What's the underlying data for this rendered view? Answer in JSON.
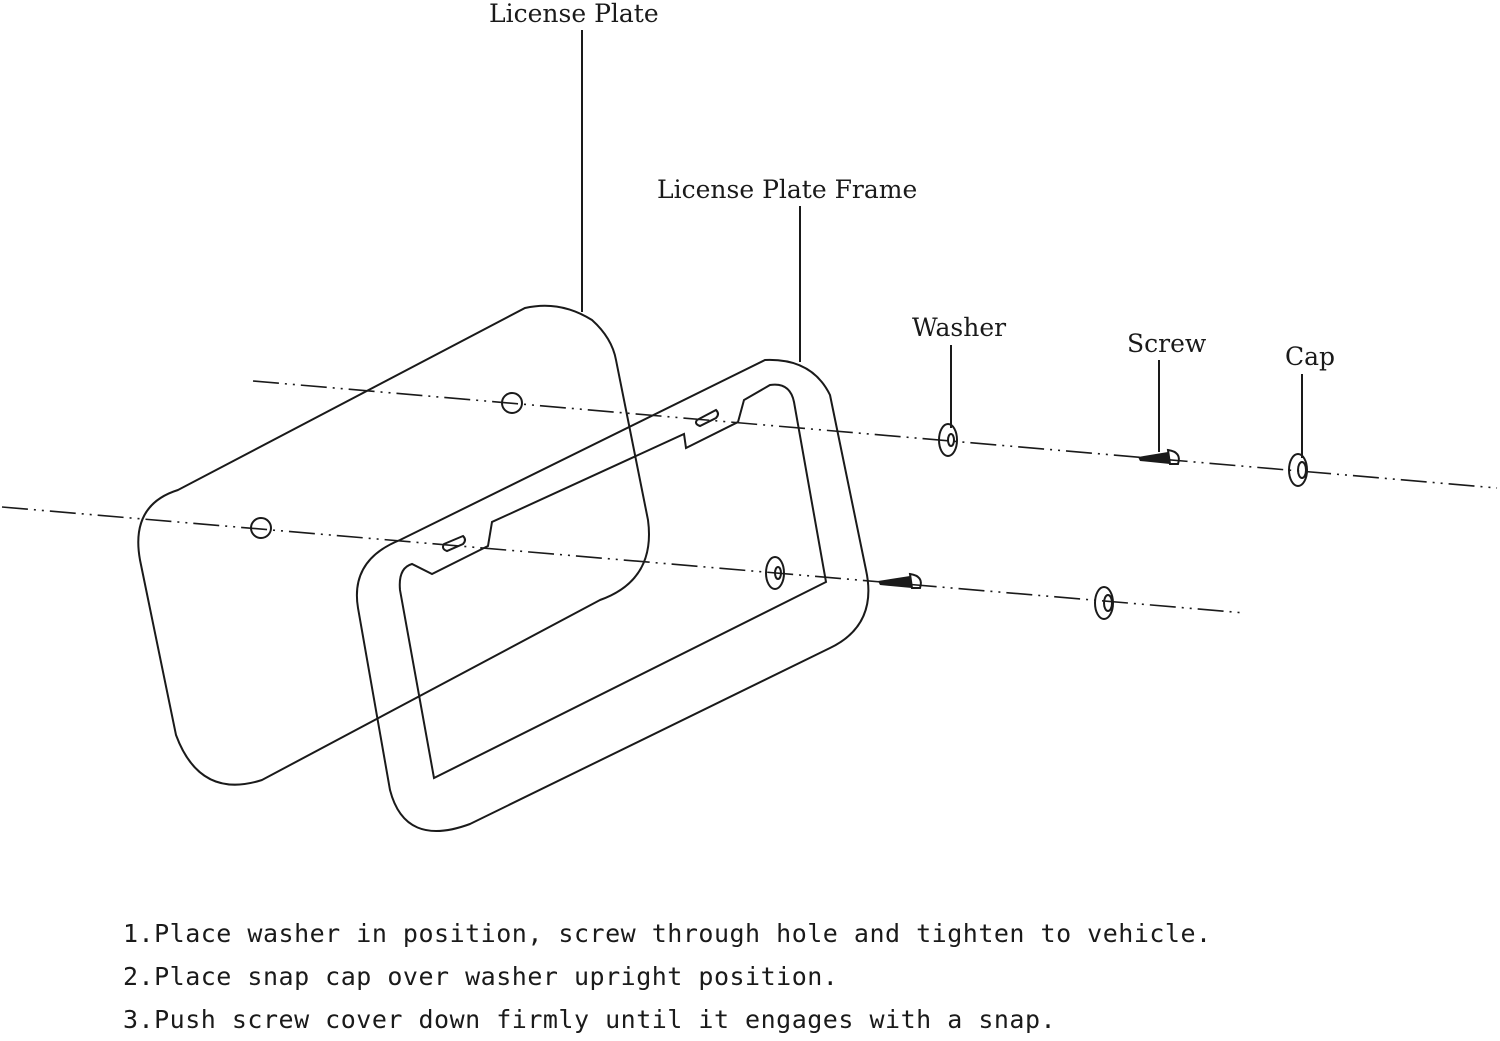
{
  "labels": {
    "license_plate": "License Plate",
    "license_plate_frame": "License Plate Frame",
    "washer": "Washer",
    "screw": "Screw",
    "cap": "Cap"
  },
  "instructions": [
    "1.Place washer in position, screw through hole and tighten to vehicle.",
    "2.Place snap cap over washer upright position.",
    "3.Push screw cover down firmly until it engages with a snap."
  ]
}
